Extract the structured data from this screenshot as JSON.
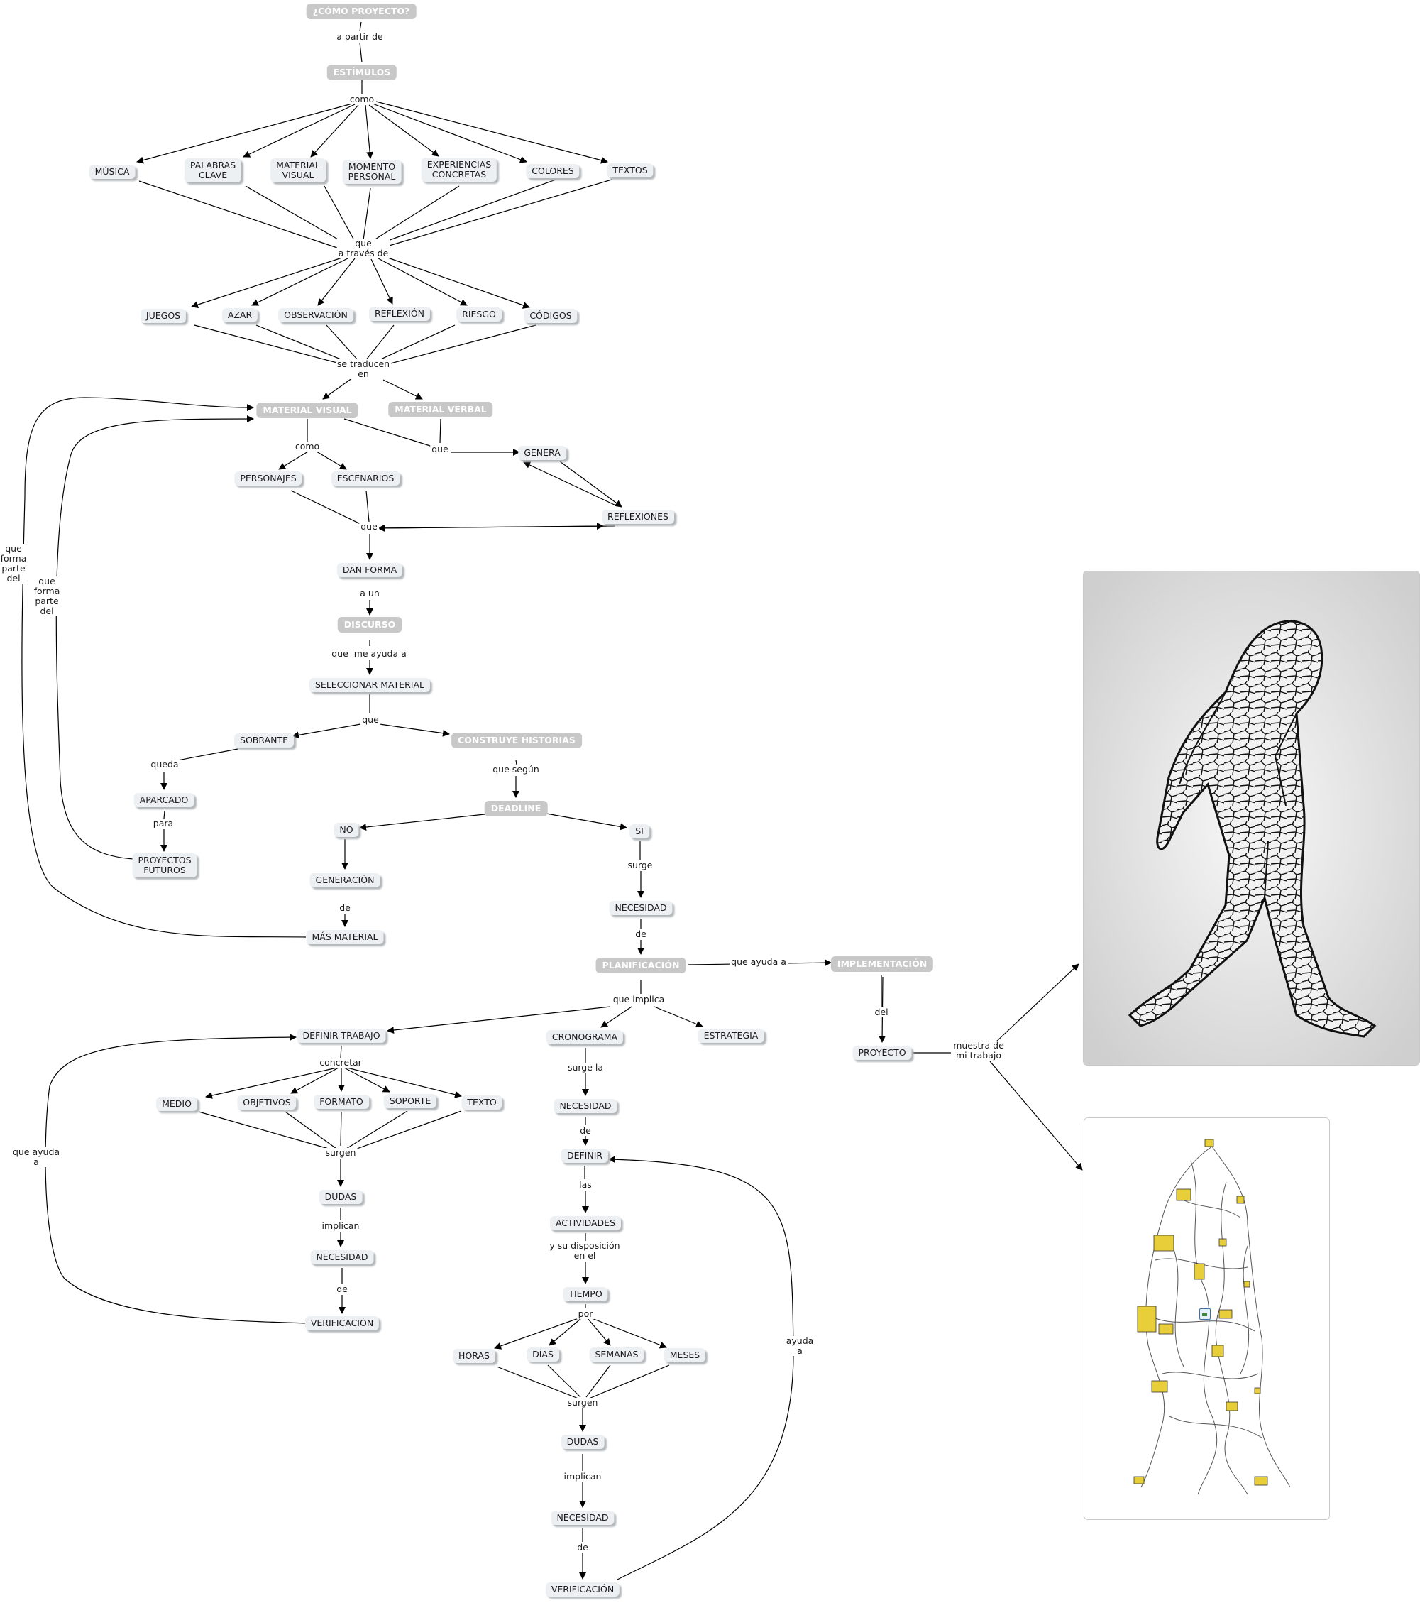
{
  "nodes": {
    "n_como_proyecto": "¿CÓMO PROYECTO?",
    "n_estimulos": "ESTÍMULOS",
    "n_musica": "MÚSICA",
    "n_palabras": "PALABRAS\nCLAVE",
    "n_material_visual_s": "MATERIAL\nVISUAL",
    "n_momento": "MOMENTO\nPERSONAL",
    "n_experiencias": "EXPERIENCIAS\nCONCRETAS",
    "n_colores": "COLORES",
    "n_textos": "TEXTOS",
    "n_juegos": "JUEGOS",
    "n_azar": "AZAR",
    "n_observacion": "OBSERVACIÓN",
    "n_reflexion": "REFLEXIÓN",
    "n_riesgo": "RIESGO",
    "n_codigos": "CÓDIGOS",
    "n_material_visual": "MATERIAL VISUAL",
    "n_material_verbal": "MATERIAL VERBAL",
    "n_genera": "GENERA",
    "n_personajes": "PERSONAJES",
    "n_escenarios": "ESCENARIOS",
    "n_reflexiones": "REFLEXIONES",
    "n_dan_forma": "DAN FORMA",
    "n_discurso": "DISCURSO",
    "n_seleccionar": "SELECCIONAR MATERIAL",
    "n_sobrante": "SOBRANTE",
    "n_construye": "CONSTRUYE HISTORIAS",
    "n_aparcado": "APARCADO",
    "n_proyectos_futuros": "PROYECTOS\nFUTUROS",
    "n_deadline": "DEADLINE",
    "n_no": "NO",
    "n_si": "SI",
    "n_generacion": "GENERACIÓN",
    "n_mas_material": "MÁS MATERIAL",
    "n_necesidad1": "NECESIDAD",
    "n_planificacion": "PLANIFICACIÓN",
    "n_implementacion": "IMPLEMENTACIÓN",
    "n_proyecto": "PROYECTO",
    "n_definir_trabajo": "DEFINIR TRABAJO",
    "n_cronograma": "CRONOGRAMA",
    "n_estrategia": "ESTRATEGIA",
    "n_medio": "MEDIO",
    "n_objetivos": "OBJETIVOS",
    "n_formato": "FORMATO",
    "n_soporte": "SOPORTE",
    "n_texto": "TEXTO",
    "n_dudas_l": "DUDAS",
    "n_necesidad_l": "NECESIDAD",
    "n_verificacion_l": "VERIFICACIÓN",
    "n_necesidad2": "NECESIDAD",
    "n_definir": "DEFINIR",
    "n_actividades": "ACTIVIDADES",
    "n_tiempo": "TIEMPO",
    "n_horas": "HORAS",
    "n_dias": "DÍAS",
    "n_semanas": "SEMANAS",
    "n_meses": "MESES",
    "n_dudas_r": "DUDAS",
    "n_necesidad_r": "NECESIDAD",
    "n_verificacion_r": "VERIFICACIÓN"
  },
  "labels": {
    "l_a_partir": "a partir de",
    "l_como1": "como",
    "l_que_traves": "que\na través de",
    "l_se_traducen": "se traducen\nen",
    "l_como2": "como",
    "l_que1": "que",
    "l_que2": "que",
    "l_a_un": "a un",
    "l_que_me_ayuda": "que  me ayuda a",
    "l_que3": "que",
    "l_queda": "queda",
    "l_para": "para",
    "l_que_segun": "que según",
    "l_de1": "de",
    "l_surge": "surge",
    "l_de2": "de",
    "l_que_ayuda_a": "que ayuda a",
    "l_del": "del",
    "l_muestra": "muestra de\nmi trabajo",
    "l_que_implica": "que implica",
    "l_concretar": "concretar",
    "l_surgen1": "surgen",
    "l_implican1": "implican",
    "l_de3": "de",
    "l_que_ayuda_a2": "que ayuda\na",
    "l_surge_la": "surge la",
    "l_de4": "de",
    "l_las": "las",
    "l_disposicion": "y su disposición\nen el",
    "l_por": "por",
    "l_surgen2": "surgen",
    "l_implican2": "implican",
    "l_de5": "de",
    "l_ayuda_a": "ayuda\na",
    "l_forma_parte1": "que\nforma\nparte\ndel",
    "l_forma_parte2": "que\nforma\nparte\ndel"
  },
  "colors": {
    "node_fill": "#ecf0f3",
    "node_grey": "#c8c8c8",
    "line": "#000000"
  },
  "images": [
    "cracked-walking-figure",
    "walking-figure-with-yellow-houses"
  ],
  "icons": [
    "image-link-icon"
  ]
}
